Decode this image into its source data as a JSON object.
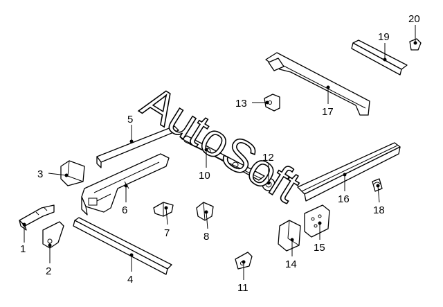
{
  "watermark": "AutoSoft",
  "callouts": [
    "1",
    "2",
    "3",
    "4",
    "5",
    "6",
    "7",
    "8",
    "10",
    "11",
    "12",
    "13",
    "14",
    "15",
    "16",
    "17",
    "18",
    "19",
    "20"
  ],
  "colors": {
    "line": "#000000",
    "background": "#ffffff"
  }
}
